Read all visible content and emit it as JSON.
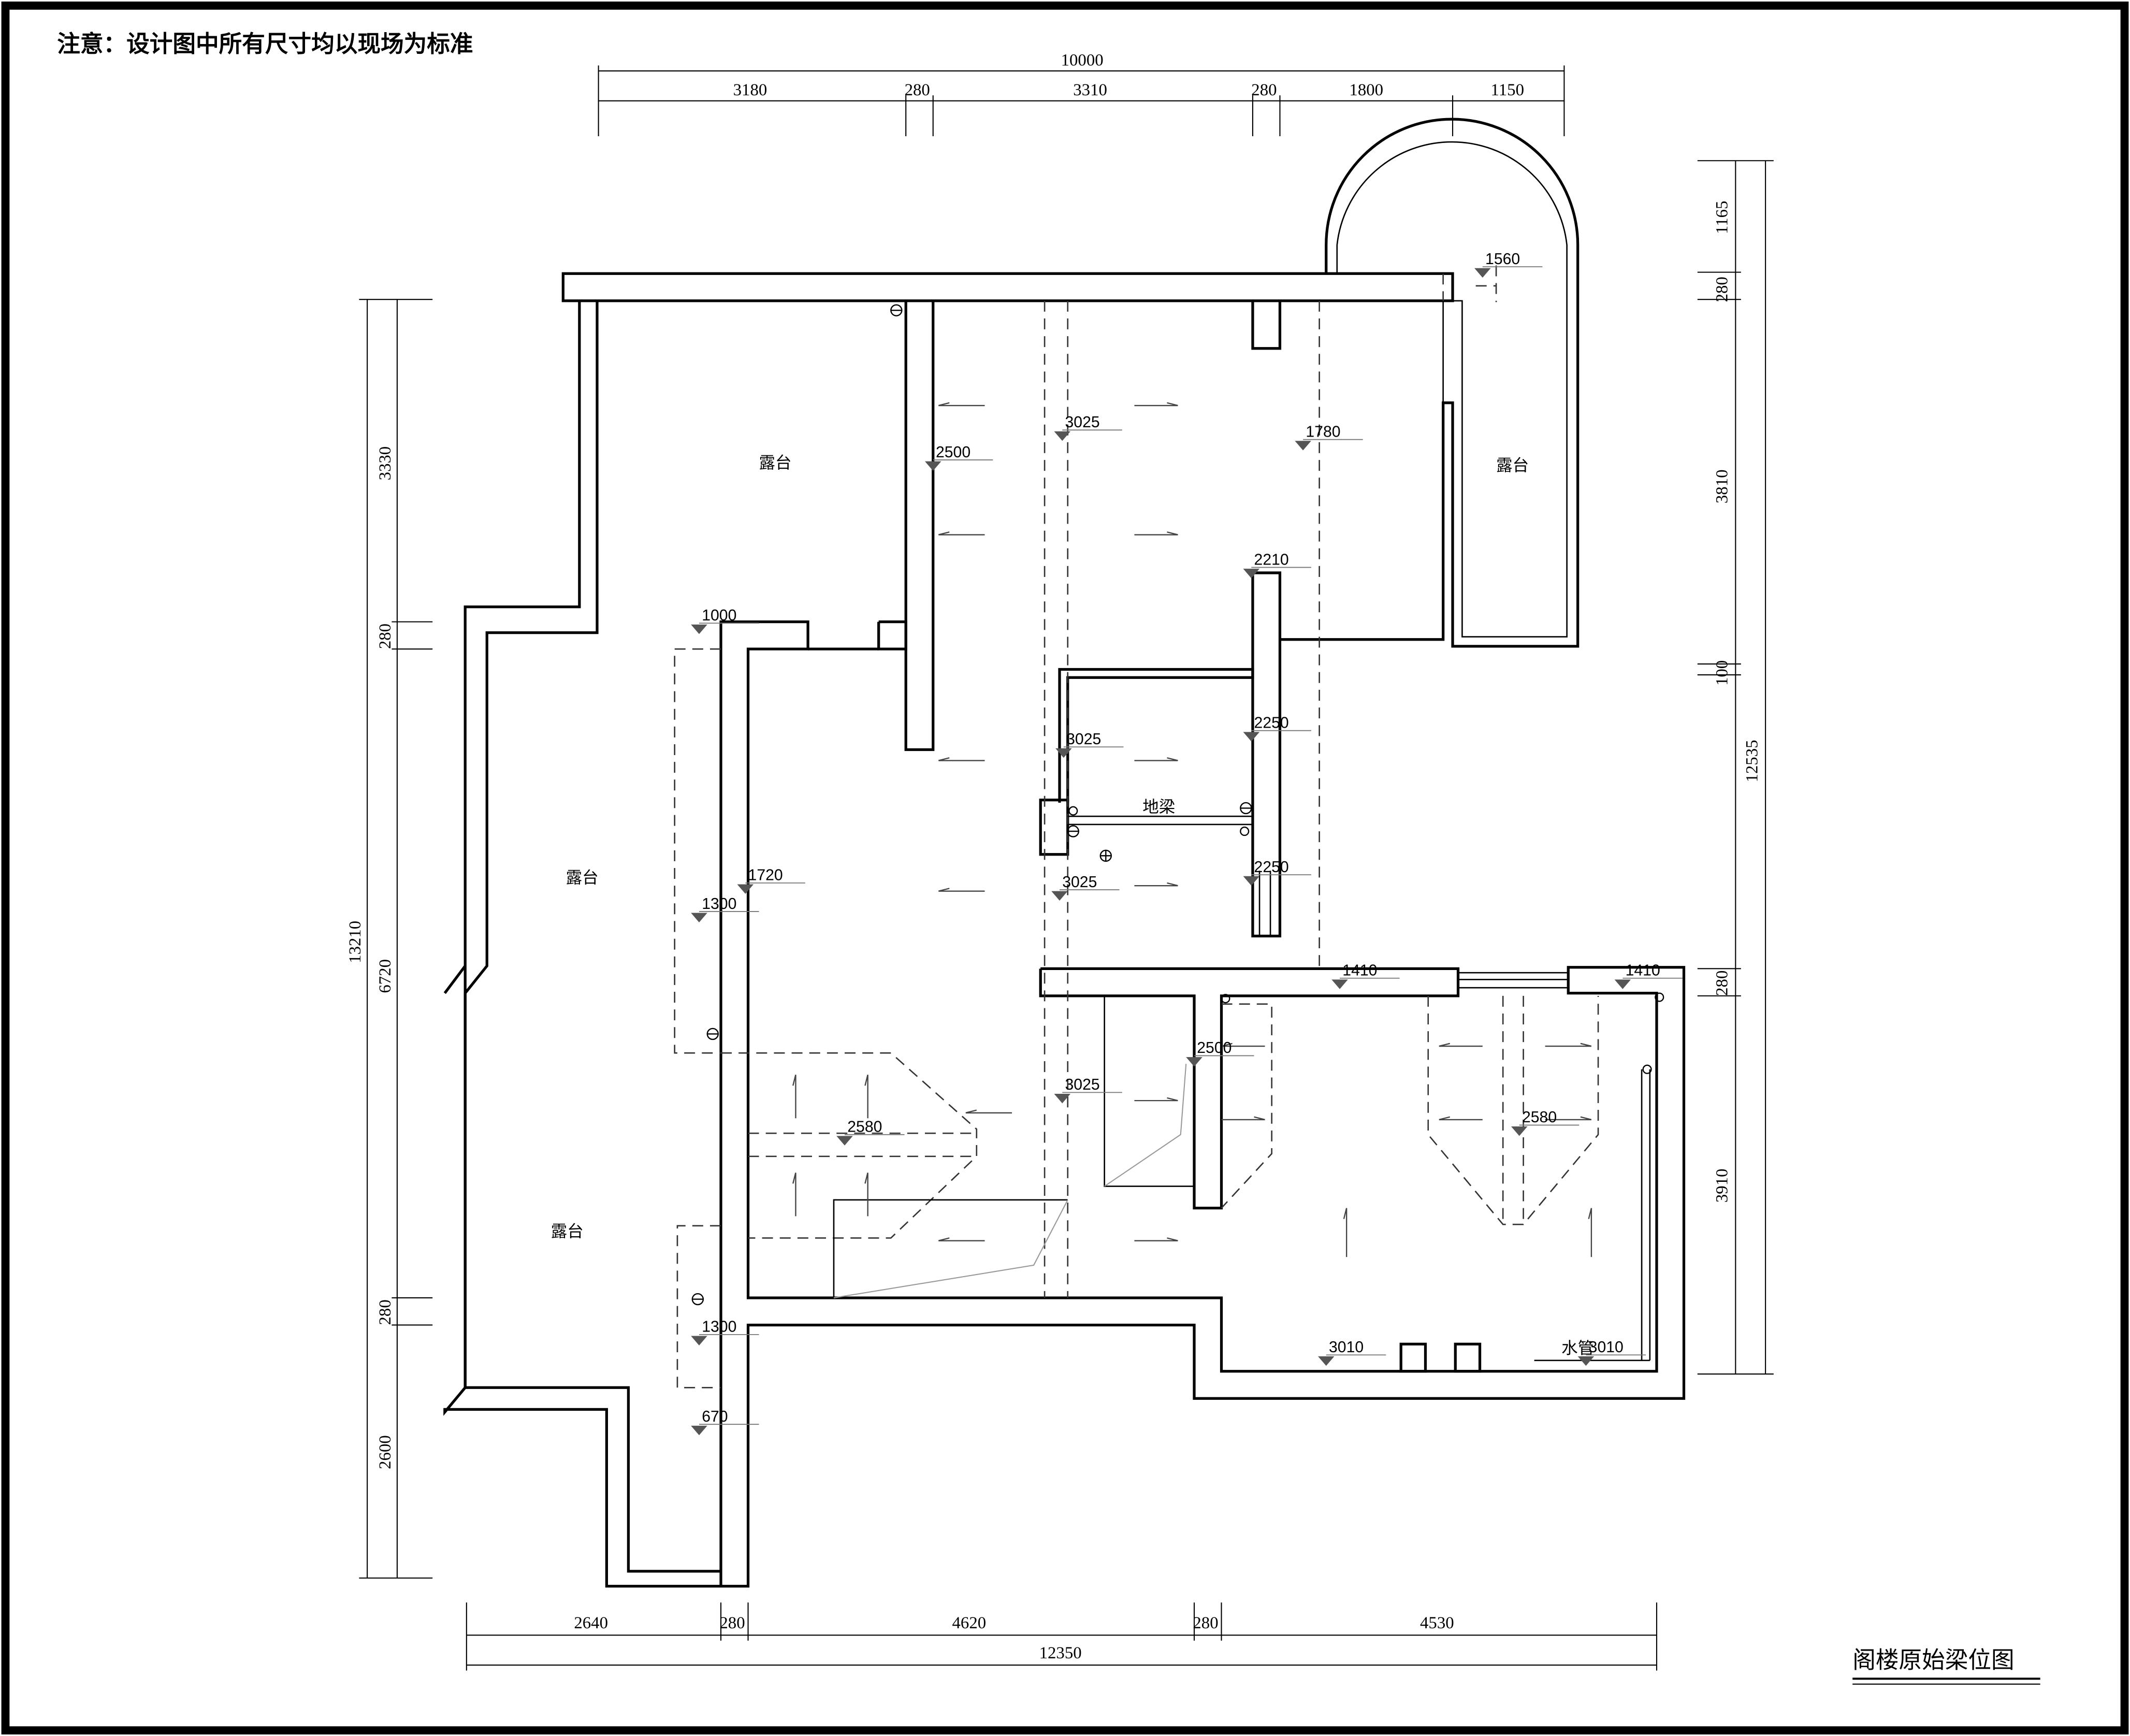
{
  "note": "注意：设计图中所有尺寸均以现场为标准",
  "drawing_title": "阁楼原始梁位图",
  "dimensions": {
    "top_total": "10000",
    "top_segments": [
      "3180",
      "280",
      "3310",
      "280",
      "1800",
      "1150"
    ],
    "bottom_segments": [
      "2640",
      "280",
      "4620",
      "280",
      "4530"
    ],
    "bottom_total": "12350",
    "left_segments": [
      "3330",
      "280",
      "6720",
      "280",
      "2600"
    ],
    "left_total": "13210",
    "right_segments": [
      "1165",
      "280",
      "3810",
      "100",
      "280",
      "3910"
    ],
    "right_total": "12535"
  },
  "rooms": {
    "terrace_top_left": "露台",
    "terrace_top_right": "露台",
    "terrace_left_middle": "露台",
    "terrace_left_lower": "露台",
    "ground_beam": "地梁",
    "water_pipe": "水管"
  },
  "elevations": [
    {
      "id": "e1",
      "value": "1560"
    },
    {
      "id": "e2",
      "value": "2500"
    },
    {
      "id": "e3",
      "value": "3025"
    },
    {
      "id": "e4",
      "value": "1780"
    },
    {
      "id": "e5",
      "value": "2210"
    },
    {
      "id": "e6",
      "value": "1000"
    },
    {
      "id": "e7",
      "value": "3025"
    },
    {
      "id": "e8",
      "value": "2250"
    },
    {
      "id": "e9",
      "value": "1720"
    },
    {
      "id": "e10",
      "value": "1300"
    },
    {
      "id": "e11",
      "value": "3025"
    },
    {
      "id": "e12",
      "value": "2250"
    },
    {
      "id": "e13",
      "value": "1410"
    },
    {
      "id": "e14",
      "value": "1410"
    },
    {
      "id": "e15",
      "value": "2500"
    },
    {
      "id": "e16",
      "value": "3025"
    },
    {
      "id": "e17",
      "value": "2580"
    },
    {
      "id": "e18",
      "value": "2580"
    },
    {
      "id": "e19",
      "value": "1300"
    },
    {
      "id": "e20",
      "value": "670"
    },
    {
      "id": "e21",
      "value": "3010"
    },
    {
      "id": "e22",
      "value": "3010"
    }
  ]
}
